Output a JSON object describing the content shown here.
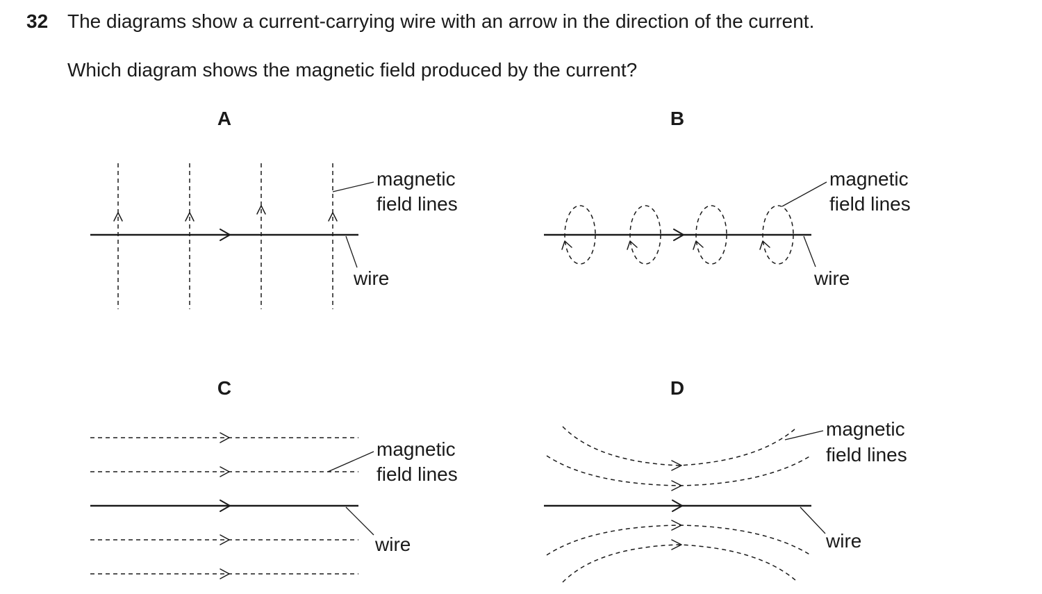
{
  "question": {
    "number": "32",
    "stem": "The diagrams show a current-carrying wire with an arrow in the direction of the current.",
    "prompt": "Which diagram shows the magnetic field produced by the current?"
  },
  "diagrams": {
    "A": {
      "label": "A",
      "field_label_line1": "magnetic",
      "field_label_line2": "field lines",
      "wire_label": "wire"
    },
    "B": {
      "label": "B",
      "field_label_line1": "magnetic",
      "field_label_line2": "field lines",
      "wire_label": "wire"
    },
    "C": {
      "label": "C",
      "field_label_line1": "magnetic",
      "field_label_line2": "field lines",
      "wire_label": "wire"
    },
    "D": {
      "label": "D",
      "field_label_line1": "magnetic",
      "field_label_line2": "field lines",
      "wire_label": "wire"
    }
  }
}
